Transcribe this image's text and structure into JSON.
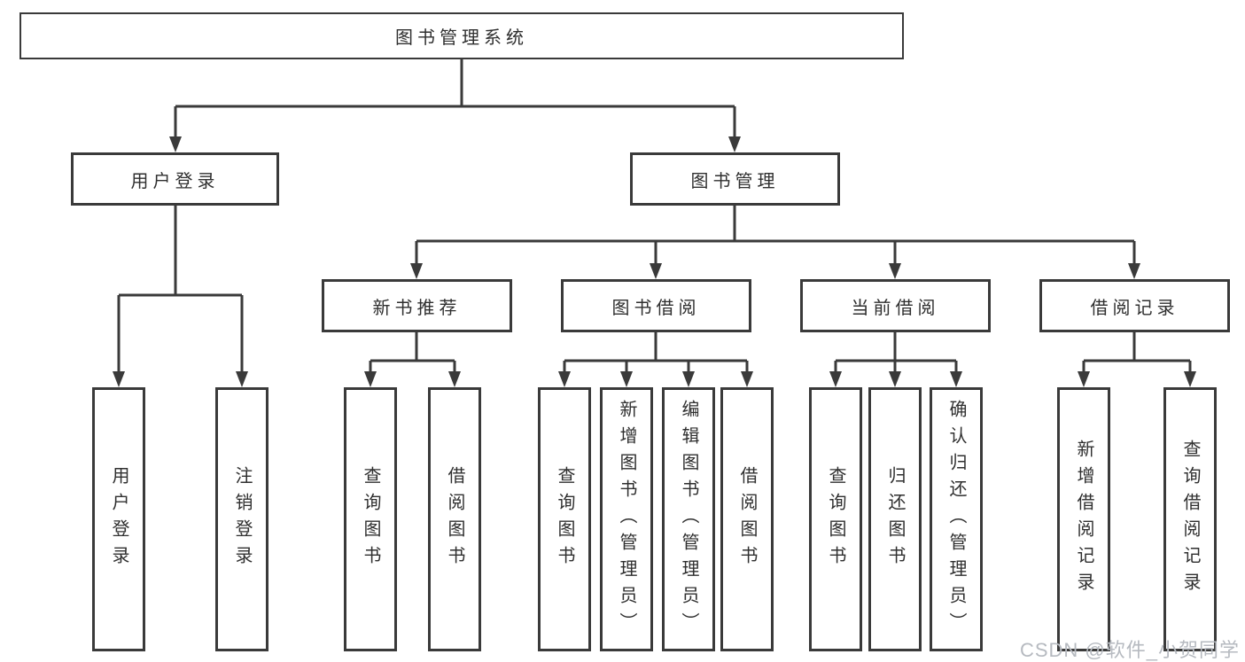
{
  "tree": {
    "label": "图书管理系统",
    "children": [
      {
        "label": "用户登录",
        "children": [
          {
            "label": "用户登录"
          },
          {
            "label": "注销登录"
          }
        ]
      },
      {
        "label": "图书管理",
        "children": [
          {
            "label": "新书推荐",
            "children": [
              {
                "label": "查询图书"
              },
              {
                "label": "借阅图书"
              }
            ]
          },
          {
            "label": "图书借阅",
            "children": [
              {
                "label": "查询图书"
              },
              {
                "label": "新增图书（管理员）"
              },
              {
                "label": "编辑图书（管理员）"
              },
              {
                "label": "借阅图书"
              }
            ]
          },
          {
            "label": "当前借阅",
            "children": [
              {
                "label": "查询图书"
              },
              {
                "label": "归还图书"
              },
              {
                "label": "确认归还（管理员）"
              }
            ]
          },
          {
            "label": "借阅记录",
            "children": [
              {
                "label": "新增借阅记录"
              },
              {
                "label": "查询借阅记录"
              }
            ]
          }
        ]
      }
    ]
  },
  "watermark": {
    "text": "CSDN @软件_小贺同学"
  },
  "colors": {
    "line": "#3a3a3a",
    "text": "#2f2f2f",
    "watermark": "#b6bac0",
    "background": "#ffffff"
  }
}
